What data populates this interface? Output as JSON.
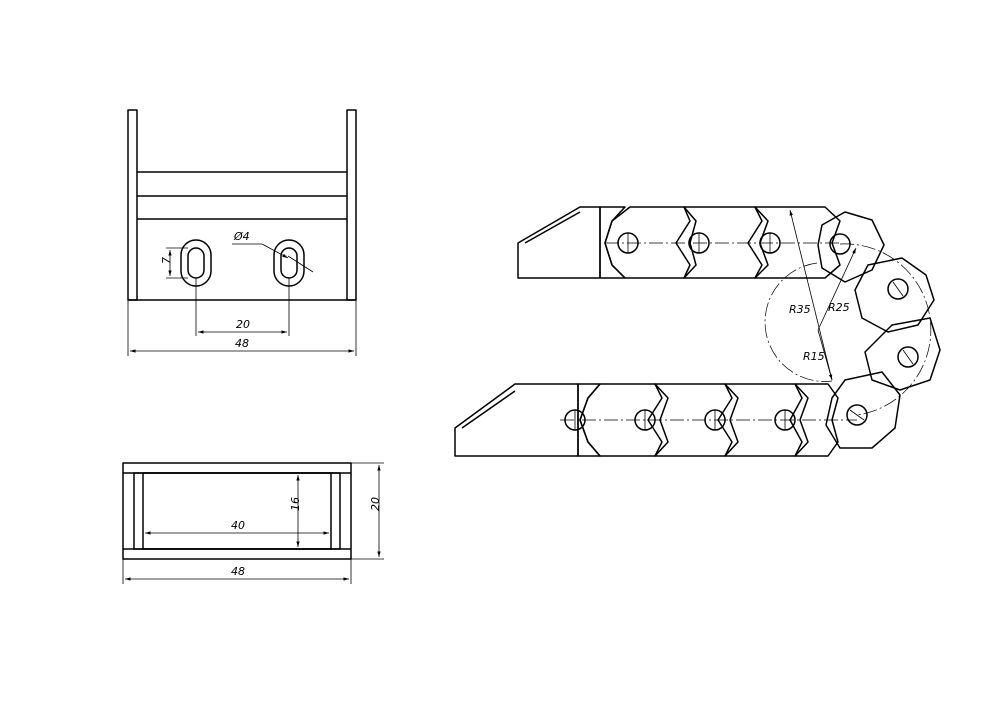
{
  "drawing": {
    "front_view": {
      "slot_height": "7",
      "hole_diameter": "Ø4",
      "slot_spacing": "20",
      "overall_width": "48"
    },
    "top_view": {
      "inner_width": "40",
      "inner_depth": "16",
      "outer_depth": "20",
      "overall_width": "48"
    },
    "chain_view": {
      "radius_outer": "R35",
      "radius_middle": "R25",
      "radius_inner": "R15"
    }
  }
}
